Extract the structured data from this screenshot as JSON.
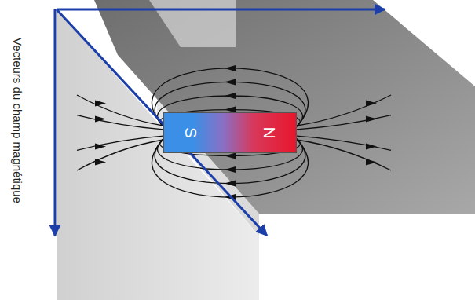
{
  "diagram": {
    "nodes": [
      {
        "text": [
          "S",
          "N"
        ]
      }
    ],
    "labels": [
      "Vecteurs du champ magnétique"
    ]
  }
}
